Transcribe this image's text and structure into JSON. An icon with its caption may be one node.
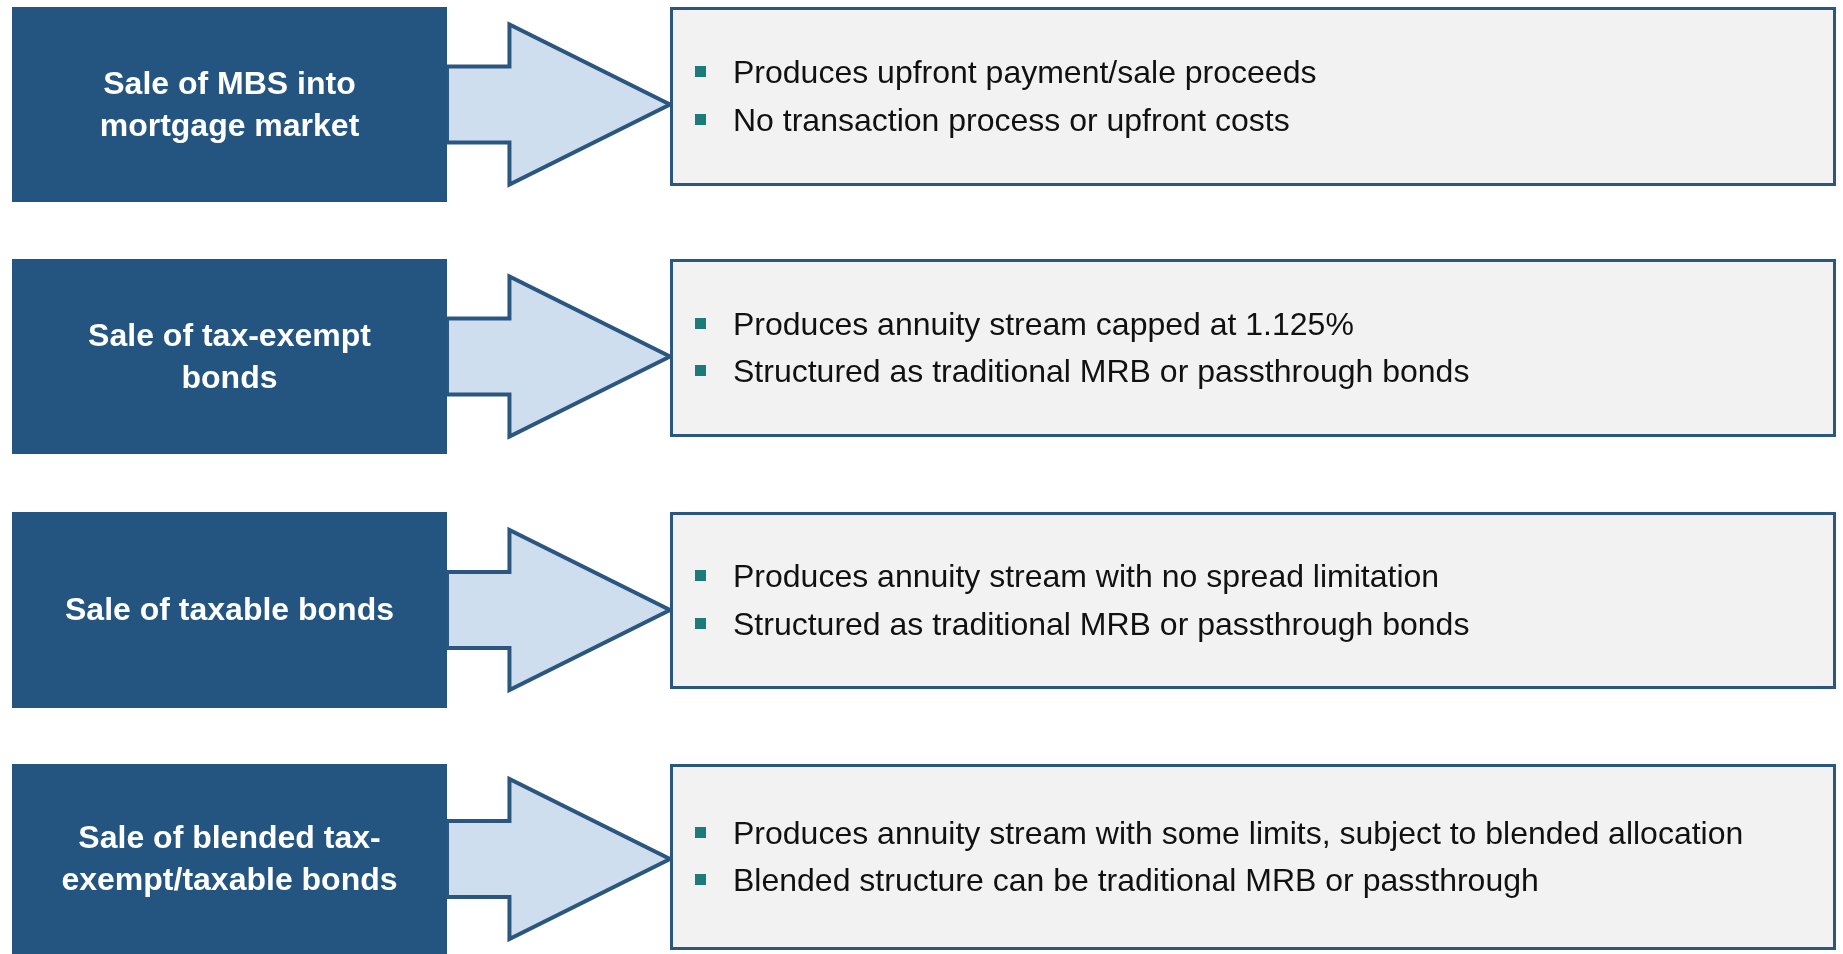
{
  "diagram": {
    "nodes": [
      {
        "text": [
          "Sale of MBS into mortgage market"
        ]
      },
      {
        "text": [
          "Produces upfront payment/sale proceeds",
          "No transaction process or upfront costs"
        ]
      },
      {
        "text": [
          "Sale of tax-exempt bonds"
        ]
      },
      {
        "text": [
          "Produces annuity stream capped at 1.125%",
          "Structured as traditional MRB or passthrough bonds"
        ]
      },
      {
        "text": [
          "Sale of taxable bonds"
        ]
      },
      {
        "text": [
          "Produces annuity stream with no spread limitation",
          "Structured as traditional MRB or passthrough bonds"
        ]
      },
      {
        "text": [
          "Sale of blended tax-exempt/taxable bonds"
        ]
      },
      {
        "text": [
          "Produces annuity stream with some limits, subject to blended allocation",
          "Blended structure can be traditional MRB or passthrough"
        ]
      }
    ],
    "edges": [
      {
        "from": 0,
        "to": 1,
        "arrow": "to"
      },
      {
        "from": 2,
        "to": 3,
        "arrow": "to"
      },
      {
        "from": 4,
        "to": 5,
        "arrow": "to"
      },
      {
        "from": 6,
        "to": 7,
        "arrow": "to"
      }
    ]
  }
}
